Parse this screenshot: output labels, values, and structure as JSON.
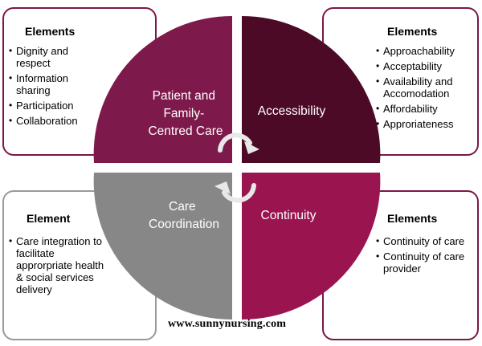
{
  "segments": {
    "top_left": {
      "label_lines": [
        "Patient and",
        "Family-",
        "Centred Care"
      ],
      "color": "#7e1a4b"
    },
    "top_right": {
      "label_lines": [
        "Accessibility"
      ],
      "color": "#4d0a26"
    },
    "bottom_left": {
      "label_lines": [
        "Care",
        "Coordination"
      ],
      "color": "#878787"
    },
    "bottom_right": {
      "label_lines": [
        "Continuity"
      ],
      "color": "#9a1550"
    }
  },
  "boxes": {
    "top_left": {
      "title": "Elements",
      "items": [
        "Dignity and respect",
        "Information sharing",
        "Participation",
        "Collaboration"
      ]
    },
    "top_right": {
      "title": "Elements",
      "items": [
        "Approachability",
        "Acceptability",
        "Availability and Accomodation",
        "Affordability",
        "Approriateness"
      ]
    },
    "bottom_left": {
      "title": "Element",
      "items": [
        "Care integration to facilitate approrpriate health & social services delivery"
      ]
    },
    "bottom_right": {
      "title": "Elements",
      "items": [
        "Continuity of care",
        "Continuity of care provider"
      ]
    }
  },
  "center_icon": "refresh-cycle-arrows-icon",
  "footer": {
    "website": "www.sunnynursing.com"
  }
}
